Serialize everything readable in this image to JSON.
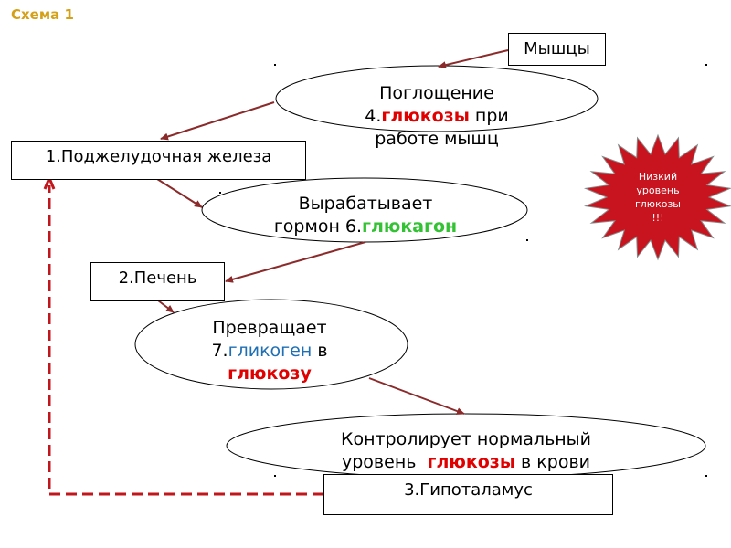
{
  "title": "Схема 1",
  "colors": {
    "title": "#d4a017",
    "red": "#e00000",
    "green": "#33c233",
    "blue": "#1f6fb5",
    "arrow": "#8b2a2a",
    "star": "#c8141e",
    "dashed": "#c0161c"
  },
  "nodes": {
    "muscles": "Мышцы",
    "pancreas": "1.Поджелудочная железа",
    "liver": "2.Печень",
    "hypothalamus": "3.Гипоталамус"
  },
  "ellipses": {
    "uptake": {
      "line1": "Поглощение",
      "prefix": "4.",
      "keyword": "глюкозы",
      "suffix": " при",
      "line3": "работе мышц"
    },
    "produces": {
      "line1": "Вырабатывает",
      "prefix": "гормон 6.",
      "keyword": "глюкагон"
    },
    "converts": {
      "line1": "Превращает",
      "prefix": "7.",
      "keyword": "гликоген",
      "suffix": " в",
      "keyword2": "глюкозу"
    },
    "controls": {
      "line1": "Контролирует нормальный",
      "prefix": "уровень  ",
      "keyword": "глюкозы",
      "suffix": " в крови"
    }
  },
  "star": {
    "line1": "Низкий",
    "line2": "уровень",
    "line3": "глюкозы",
    "line4": "!!!"
  }
}
